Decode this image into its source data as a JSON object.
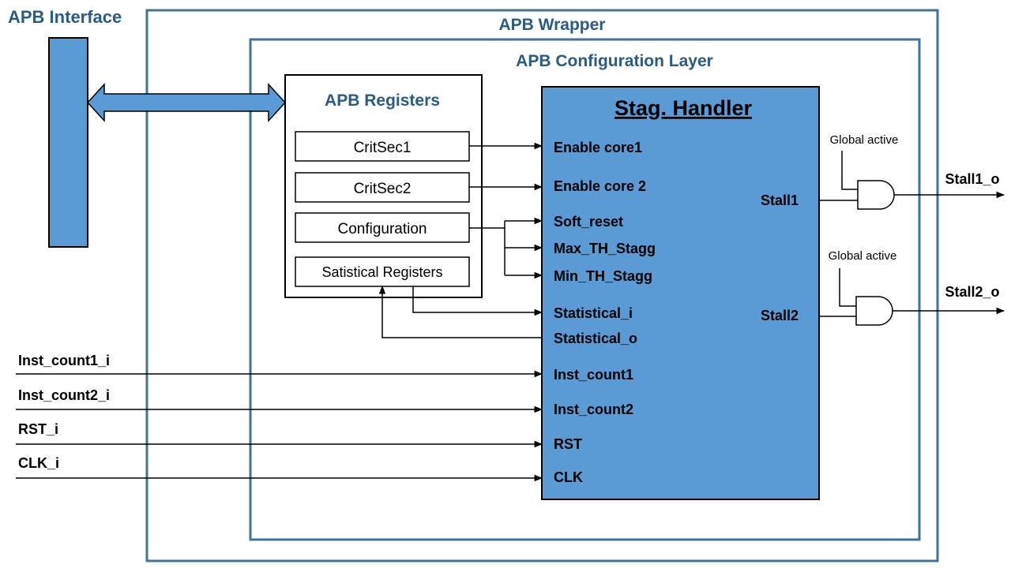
{
  "labels": {
    "apb_interface": "APB Interface",
    "apb_wrapper": "APB Wrapper",
    "apb_config_layer": "APB Configuration Layer",
    "apb_registers": "APB Registers",
    "stag_handler": "Stag. Handler"
  },
  "registers": {
    "critsec1": "CritSec1",
    "critsec2": "CritSec2",
    "configuration": "Configuration",
    "statistical": "Satistical Registers"
  },
  "handler_ports": {
    "enable_core1": "Enable core1",
    "enable_core2": "Enable core 2",
    "soft_reset": "Soft_reset",
    "max_th": "Max_TH_Stagg",
    "min_th": "Min_TH_Stagg",
    "statistical_i": "Statistical_i",
    "statistical_o": "Statistical_o",
    "inst_count1": "Inst_count1",
    "inst_count2": "Inst_count2",
    "rst": "RST",
    "clk": "CLK",
    "stall1": "Stall1",
    "stall2": "Stall2"
  },
  "inputs": {
    "inst_count1_i": "Inst_count1_i",
    "inst_count2_i": "Inst_count2_i",
    "rst_i": "RST_i",
    "clk_i": "CLK_i"
  },
  "outputs": {
    "stall1_o": "Stall1_o",
    "stall2_o": "Stall2_o",
    "global_active_1": "Global active",
    "global_active_2": "Global active"
  },
  "colors": {
    "frame_blue": "#41719c",
    "fill_blue": "#5b9bd5",
    "title_blue": "#2a5a86"
  }
}
